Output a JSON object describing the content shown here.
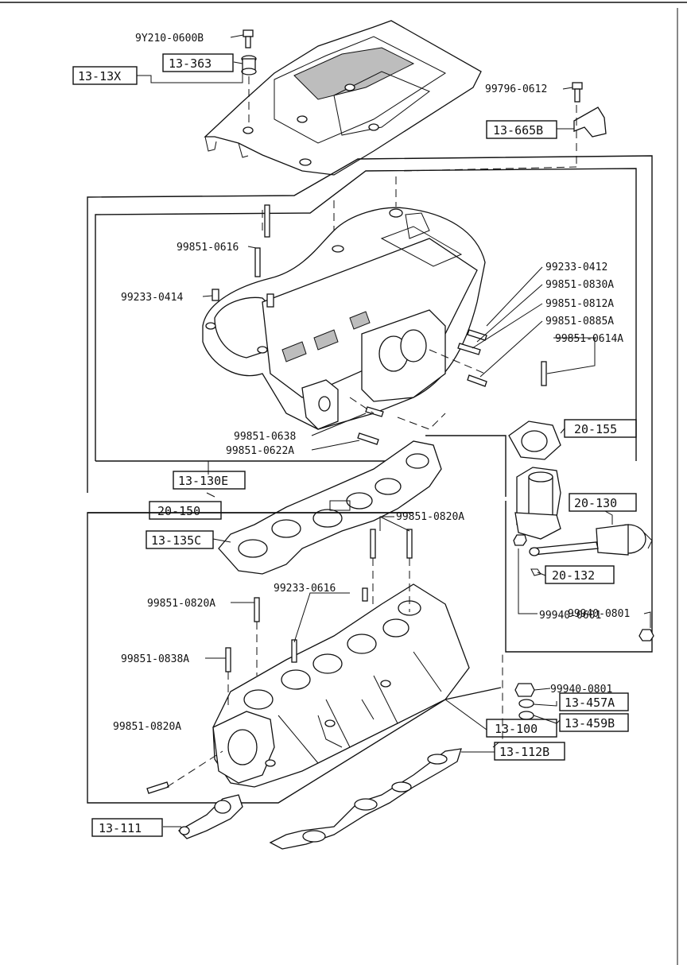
{
  "callouts": {
    "c1": "9Y210-0600B",
    "c2": "99796-0612",
    "c3": "99851-0616",
    "c4": "99233-0412",
    "c5": "99851-0830A",
    "c6": "99233-0414",
    "c7": "99851-0812A",
    "c8": "99851-0885A",
    "c9": "99851-0614A",
    "c10": "99851-0638",
    "c11": "99851-0622A",
    "c12": "99851-0820A",
    "c13": "99233-0616",
    "c14": "99851-0820A",
    "c15": "99851-0838A",
    "c16": "99940-0801",
    "c17": "99940-0601",
    "c18": "99940-0801",
    "c19": "99851-0820A"
  },
  "boxed_refs": {
    "b1": "13-363",
    "b2": "13-13X",
    "b3": "13-665B",
    "b4": "20-155",
    "b5": "13-130E",
    "b6": "20-150",
    "b7": "20-130",
    "b8": "13-135C",
    "b9": "20-132",
    "b10": "13-457A",
    "b11": "13-459B",
    "b12": "13-100",
    "b13": "13-112B",
    "b14": "13-111"
  }
}
